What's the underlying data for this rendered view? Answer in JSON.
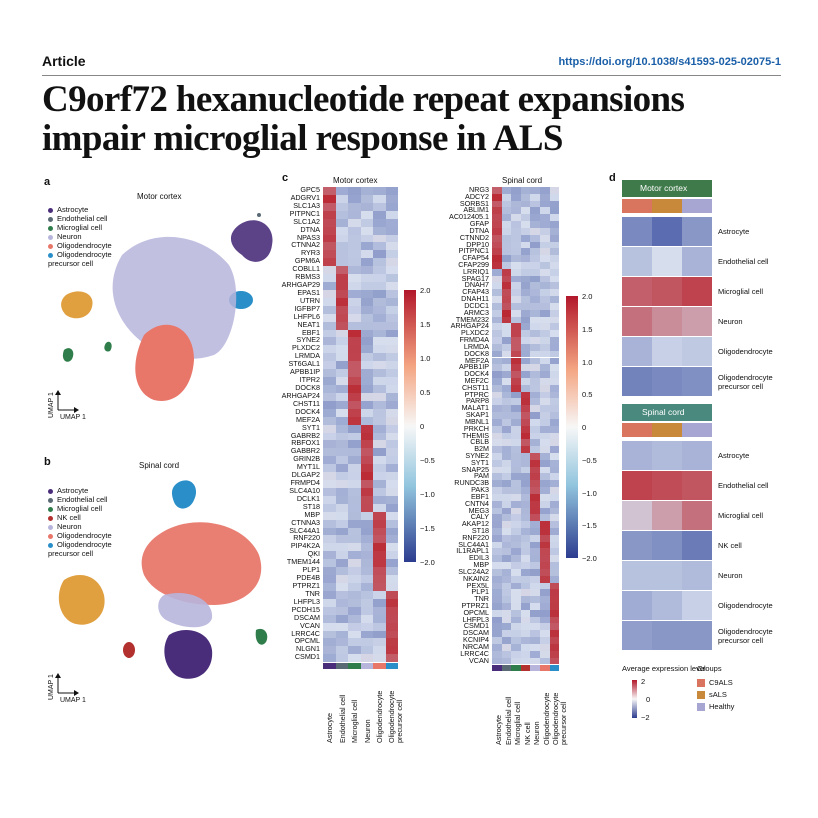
{
  "header": {
    "kicker": "Article",
    "doi": "https://doi.org/10.1038/s41593-025-02075-1",
    "title_line1": "C9orf72 hexanucleotide repeat expansions",
    "title_line2": "impair microglial response in ALS"
  },
  "panel_labels": {
    "a": "a",
    "b": "b",
    "c": "c",
    "d": "d"
  },
  "colors": {
    "astrocyte": "#4a2d7a",
    "endothelial": "#5a6a74",
    "microglial": "#2e7d4a",
    "nk": "#b2302e",
    "neuron": "#b7b5dc",
    "oligodendrocyte": "#e8776a",
    "opc": "#2a8fc9",
    "opc_a": "#e0a040",
    "c9als": "#d9745f",
    "sals": "#c88a3a",
    "healthy": "#a7a6d2",
    "header_green": "#3f7a4a",
    "header_teal": "#4a8a7e"
  },
  "panel_a": {
    "title": "Motor cortex",
    "legend": [
      "Astrocyte",
      "Endothelial cell",
      "Microglial cell",
      "Neuron",
      "Oligodendrocyte",
      "Oligodendrocyte precursor cell"
    ],
    "umap1": "UMAP 1",
    "umap2": "UMAP 1"
  },
  "panel_b": {
    "title": "Spinal cord",
    "legend": [
      "Astrocyte",
      "Endothelial cell",
      "Microglial cell",
      "NK cell",
      "Neuron",
      "Oligodendrocyte",
      "Oligodendrocyte precursor cell"
    ],
    "umap1": "UMAP 1",
    "umap2": "UMAP 1"
  },
  "panel_c": {
    "mc_title": "Motor cortex",
    "sc_title": "Spinal cord",
    "mc_genes": [
      "GPC5",
      "ADGRV1",
      "SLC1A3",
      "PITPNC1",
      "SLC1A2",
      "DTNA",
      "NPAS3",
      "CTNNA2",
      "RYR3",
      "GPM6A",
      "COBLL1",
      "RBMS3",
      "ARHGAP29",
      "EPAS1",
      "UTRN",
      "IGFBP7",
      "LHFPL6",
      "NEAT1",
      "EBF1",
      "SYNE2",
      "PLXDC2",
      "LRMDA",
      "ST6GAL1",
      "APBB1IP",
      "ITPR2",
      "DOCK8",
      "ARHGAP24",
      "CHST11",
      "DOCK4",
      "MEF2A",
      "SYT1",
      "GABRB2",
      "RBFOX1",
      "GABBR2",
      "GRIN2B",
      "MYT1L",
      "DLGAP2",
      "FRMPD4",
      "SLC4A10",
      "DCLK1",
      "ST18",
      "MBP",
      "CTNNA3",
      "SLC44A1",
      "RNF220",
      "PIP4K2A",
      "QKI",
      "TMEM144",
      "PLP1",
      "PDE4B",
      "PTPRZ1",
      "TNR",
      "LHFPL3",
      "PCDH15",
      "DSCAM",
      "VCAN",
      "LRRC4C",
      "OPCML",
      "NLGN1",
      "CSMD1"
    ],
    "sc_genes": [
      "NRG3",
      "ADCY2",
      "SORBS1",
      "ABLIM1",
      "AC012405.1",
      "GFAP",
      "DTNA",
      "CTNND2",
      "DPP10",
      "PITPNC1",
      "CFAP54",
      "CFAP299",
      "LRRIQ1",
      "SPAG17",
      "DNAH7",
      "CFAP43",
      "DNAH11",
      "DCDC1",
      "ARMC3",
      "TMEM232",
      "ARHGAP24",
      "PLXDC2",
      "FRMD4A",
      "LRMDA",
      "DOCK8",
      "MEF2A",
      "APBB1IP",
      "DOCK4",
      "MEF2C",
      "CHST11",
      "PTPRC",
      "PARP8",
      "MALAT1",
      "SKAP1",
      "MBNL1",
      "PRKCH",
      "THEMIS",
      "CBLB",
      "B2M",
      "SYNE2",
      "SYT1",
      "SNAP25",
      "PAM",
      "RUNDC3B",
      "PAK3",
      "EBF1",
      "CNTN4",
      "MEG3",
      "CALY",
      "AKAP12",
      "ST18",
      "RNF220",
      "SLC44A1",
      "IL1RAPL1",
      "EDIL3",
      "MBP",
      "SLC24A2",
      "NKAIN2",
      "PEX5L",
      "PLP1",
      "TNR",
      "PTPRZ1",
      "OPCML",
      "LHFPL3",
      "CSMD1",
      "DSCAM",
      "KCNIP4",
      "NRCAM",
      "LRRC4C",
      "VCAN"
    ],
    "mc_cols": [
      "Astrocyte",
      "Endothelial cell",
      "Microglial cell",
      "Neuron",
      "Oligodendrocyte",
      "Oligodendrocyte precursor cell"
    ],
    "sc_cols": [
      "Astrocyte",
      "Endothelial cell",
      "Microglial cell",
      "NK cell",
      "Neuron",
      "Oligodendrocyte",
      "Oligodendrocyte precursor cell"
    ],
    "mc_blocks": [
      10,
      8,
      12,
      11,
      10,
      9
    ],
    "sc_blocks": [
      12,
      8,
      10,
      9,
      10,
      9,
      12
    ],
    "colorbar_ticks": [
      "2.0",
      "1.5",
      "1.0",
      "0.5",
      "0",
      "−0.5",
      "−1.0",
      "−1.5",
      "−2.0"
    ]
  },
  "panel_d": {
    "mc_header": "Motor cortex",
    "sc_header": "Spinal cord",
    "mc_rows": [
      "Astrocyte",
      "Endothelial cell",
      "Microglial cell",
      "Neuron",
      "Oligodendrocyte",
      "Oligodendrocyte precursor cell"
    ],
    "sc_rows": [
      "Astrocyte",
      "Endothelial cell",
      "Microglial cell",
      "NK cell",
      "Neuron",
      "Oligodendrocyte",
      "Oligodendrocyte precursor cell"
    ],
    "mc_values": [
      [
        -1.2,
        -1.6,
        -1.0
      ],
      [
        -0.4,
        0.0,
        -0.6
      ],
      [
        1.4,
        1.5,
        1.7
      ],
      [
        1.2,
        0.9,
        0.7
      ],
      [
        -0.6,
        -0.2,
        -0.3
      ],
      [
        -1.3,
        -1.2,
        -1.1
      ]
    ],
    "sc_values": [
      [
        -0.6,
        -0.5,
        -0.6
      ],
      [
        1.7,
        1.6,
        1.5
      ],
      [
        0.3,
        0.7,
        1.2
      ],
      [
        -1.0,
        -1.1,
        -1.4
      ],
      [
        -0.4,
        -0.4,
        -0.5
      ],
      [
        -0.7,
        -0.5,
        -0.2
      ],
      [
        -0.9,
        -1.0,
        -1.0
      ]
    ],
    "legend_title": "Average expression level",
    "legend_ticks": [
      "2",
      "0",
      "−2"
    ],
    "groups_title": "Groups",
    "groups": [
      "C9ALS",
      "sALS",
      "Healthy"
    ]
  }
}
